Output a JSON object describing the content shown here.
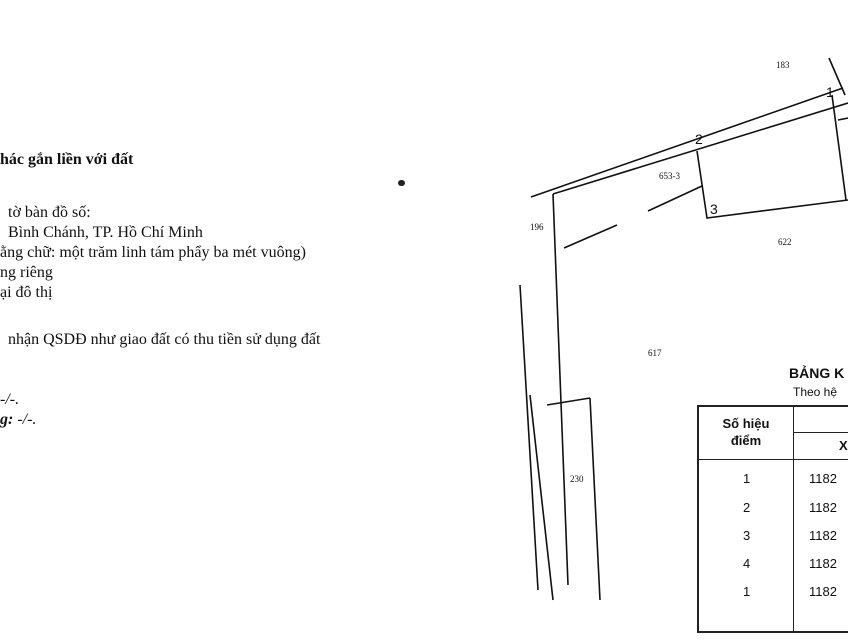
{
  "text_section": {
    "heading": "hác gắn liền với đất",
    "lines": [
      "tờ bàn đồ số:",
      "Bình Chánh, TP. Hồ Chí Minh",
      "ằng chữ: một trăm linh tám phẩy ba mét vuông)",
      "ng riêng",
      "ại đô thị",
      "nhận QSDĐ như giao đất có thu tiền sử dụng đất"
    ],
    "line_a": "-/-.",
    "line_b_label": "g:",
    "line_b_value": " -/-."
  },
  "map": {
    "parcels": [
      "183",
      "653-3",
      "196",
      "622",
      "617",
      "230"
    ],
    "points": [
      "1",
      "2",
      "3"
    ]
  },
  "coordinate_table": {
    "title": "BẢNG K",
    "subtitle": "Theo hệ",
    "headers": {
      "point_no": "Số hiệu\nđiểm",
      "point_no_line1": "Số hiệu",
      "point_no_line2": "điểm",
      "x": "X"
    },
    "rows": [
      {
        "point": "1",
        "x": "1182"
      },
      {
        "point": "2",
        "x": "1182"
      },
      {
        "point": "3",
        "x": "1182"
      },
      {
        "point": "4",
        "x": "1182"
      },
      {
        "point": "1",
        "x": "1182"
      }
    ]
  }
}
